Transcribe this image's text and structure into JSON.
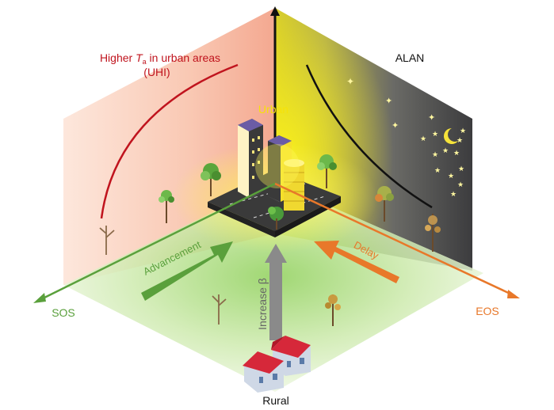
{
  "labels": {
    "uhi_line1_prefix": "Higher ",
    "uhi_T": "T",
    "uhi_sub": "a",
    "uhi_line1_suffix": " in urban areas",
    "uhi_line2": "(UHI)",
    "alan": "ALAN",
    "urban": "Urban",
    "rural": "Rural",
    "sos": "SOS",
    "eos": "EOS",
    "advancement": "Advancement",
    "delay": "Delay",
    "increase_beta": "Increase β"
  },
  "colors": {
    "uhi_red": "#c0141e",
    "alan_black": "#111111",
    "urban_yellow": "#f5e20a",
    "sos_green": "#5aa03c",
    "eos_orange": "#e8782a",
    "gray_arrow": "#8a8a8a",
    "house_roof": "#d6283a",
    "house_wall": "#cfd8e6"
  },
  "icons": {
    "urban_block": "city-buildings-icon",
    "house": "house-icon",
    "moon": "moon-icon",
    "star": "star-icon",
    "tree": "tree-icon"
  }
}
